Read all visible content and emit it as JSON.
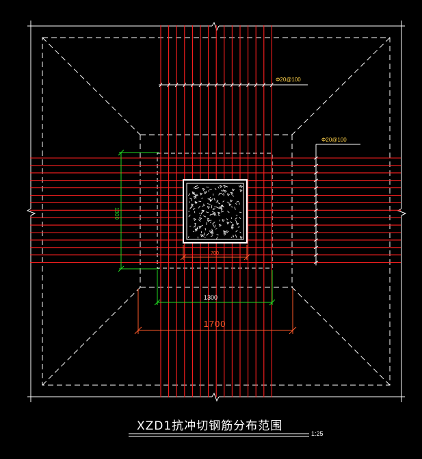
{
  "drawing": {
    "title": "XZD1抗冲切钢筋分布范围",
    "scale": "1:25"
  },
  "rebar_labels": {
    "vertical_spec": "Φ20@100",
    "horizontal_spec": "Φ20@100"
  },
  "dimensions": {
    "column_width": "700",
    "column_height": "1300",
    "zone_width": "1300",
    "cap_width": "1700"
  },
  "colors": {
    "background": "#000000",
    "outline": "#ffffff",
    "rebar": "#ff2020",
    "dimension_green": "#22dd22",
    "dimension_red": "#ff5a2a",
    "column_hatch": "#ffffff"
  }
}
